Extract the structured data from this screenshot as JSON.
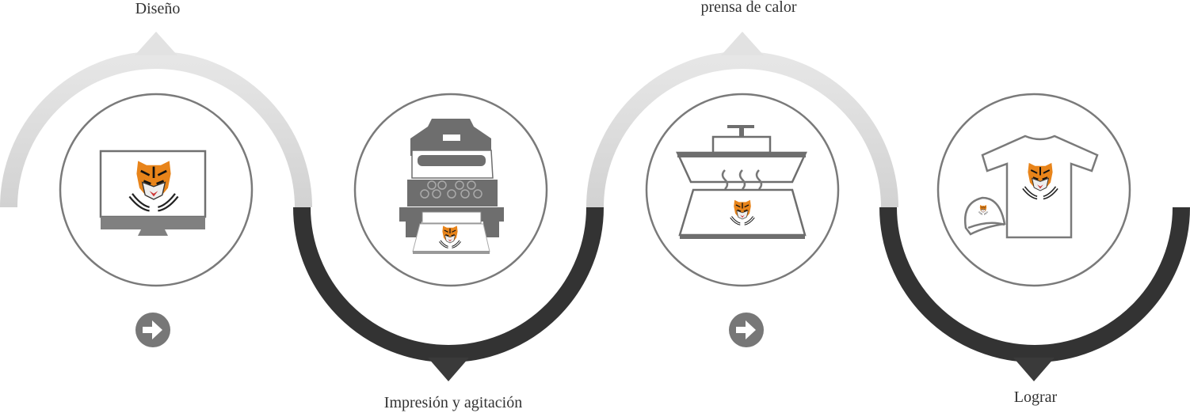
{
  "steps": [
    {
      "label": "Diseño",
      "icon": "monitor-icon"
    },
    {
      "label": "Impresión y agitación",
      "icon": "printer-icon"
    },
    {
      "label": "prensa de calor",
      "icon": "heat-press-icon"
    },
    {
      "label": "Lograr",
      "icon": "tshirt-cap-icon"
    }
  ],
  "connectors": [
    "arrow-right-icon",
    "arrow-right-icon"
  ],
  "colors": {
    "light_arc": "#dcdcdc",
    "dark_arc": "#333333",
    "circle": "#7a7a7a",
    "icon_gray": "#6e6e6e",
    "tiger_orange": "#e8841a"
  }
}
